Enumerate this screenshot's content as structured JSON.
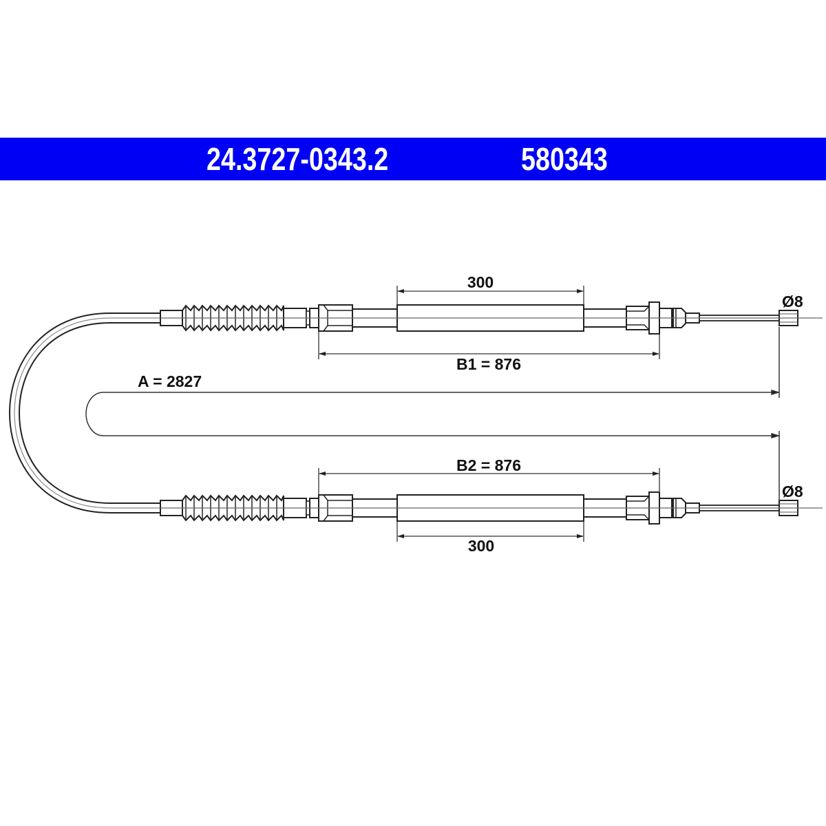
{
  "header": {
    "part_number": "24.3727-0343.2",
    "ref_number": "580343",
    "background_color": "#0000f5",
    "text_color": "#ffffff"
  },
  "drawing": {
    "subject": "parking brake cable",
    "labels": {
      "total_length": "A = 2827",
      "branch1_length": "B1 = 876",
      "branch2_length": "B2 = 876",
      "sleeve1_length": "300",
      "sleeve2_length": "300",
      "end1_diameter": "Ø8",
      "end2_diameter": "Ø8"
    },
    "line_color": "#1a1a1a"
  }
}
